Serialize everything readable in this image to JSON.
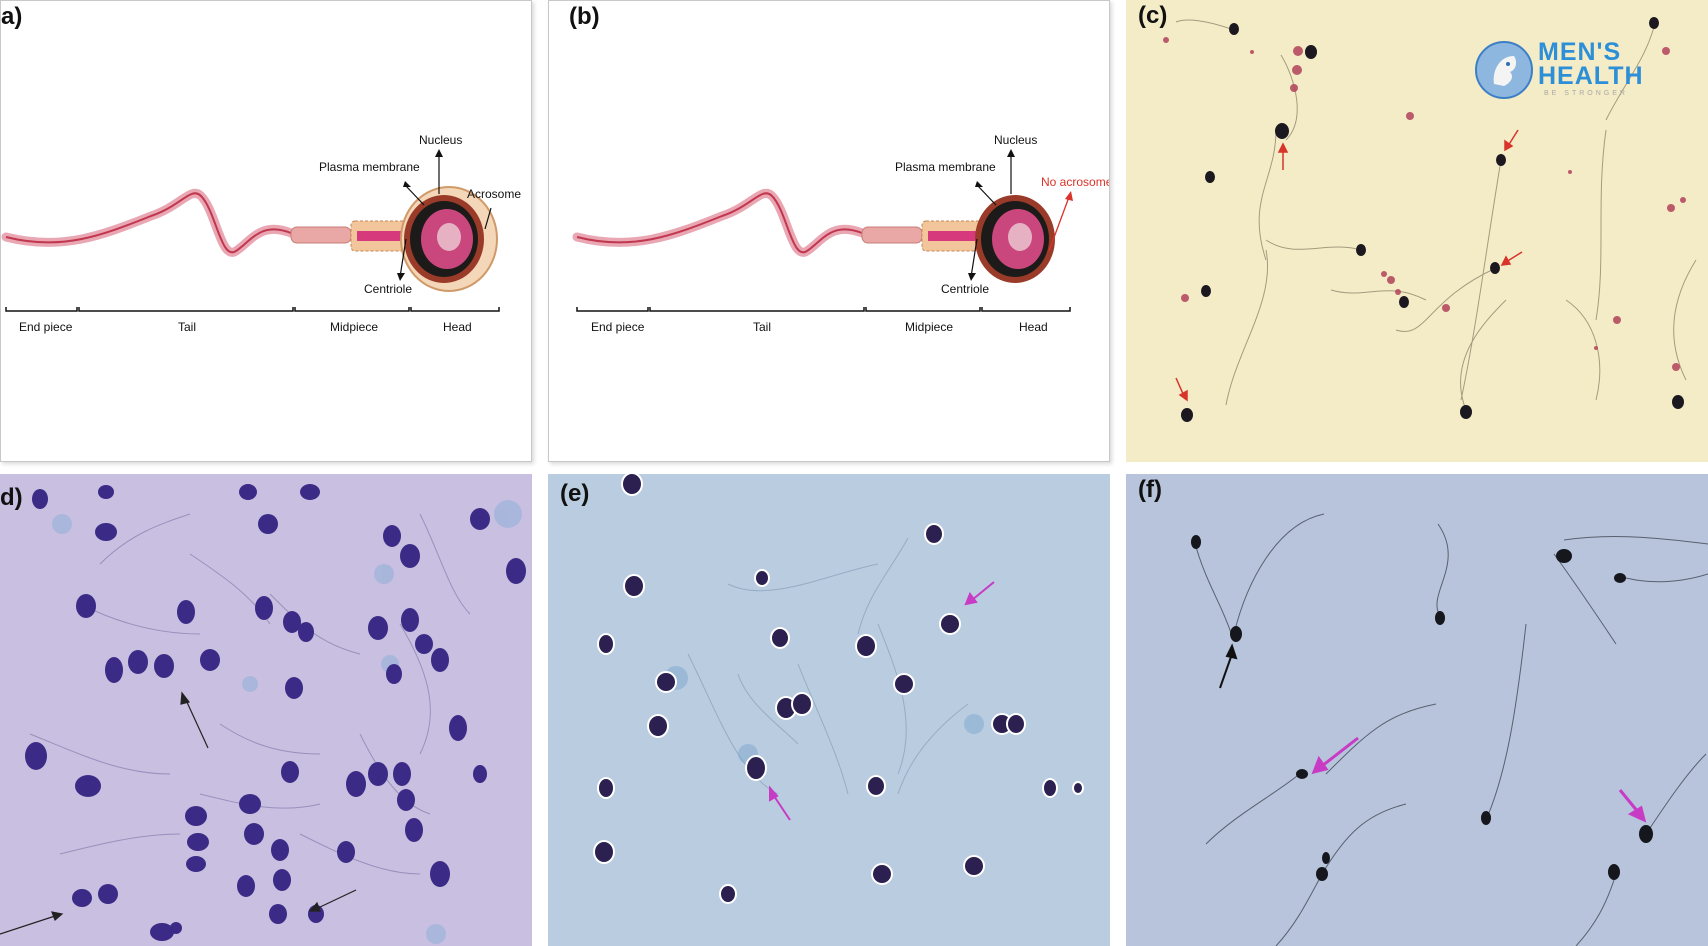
{
  "panels": {
    "a": {
      "label": "a)"
    },
    "b": {
      "label": "(b)"
    },
    "c": {
      "label": "(c)"
    },
    "d": {
      "label": "d)"
    },
    "e": {
      "label": "(e)"
    },
    "f": {
      "label": "(f)"
    }
  },
  "diagram_labels": {
    "nucleus": "Nucleus",
    "plasma_membrane": "Plasma membrane",
    "acrosome": "Acrosome",
    "no_acrosome": "No acrosome",
    "centriole": "Centriole",
    "end_piece": "End piece",
    "tail": "Tail",
    "midpiece": "Midpiece",
    "head": "Head"
  },
  "logo": {
    "line1": "MEN'S",
    "line2": "HEALTH",
    "tagline": "BE STRONGER"
  },
  "colors": {
    "panel_c_bg": "#f4ecc6",
    "panel_d_bg": "#c9bfe0",
    "panel_e_bg": "#b9cce0",
    "panel_f_bg": "#b7c4dc",
    "red_arrow": "#d8342a",
    "magenta_arrow": "#c73bc5",
    "logo_blue": "#2d8fd8"
  }
}
